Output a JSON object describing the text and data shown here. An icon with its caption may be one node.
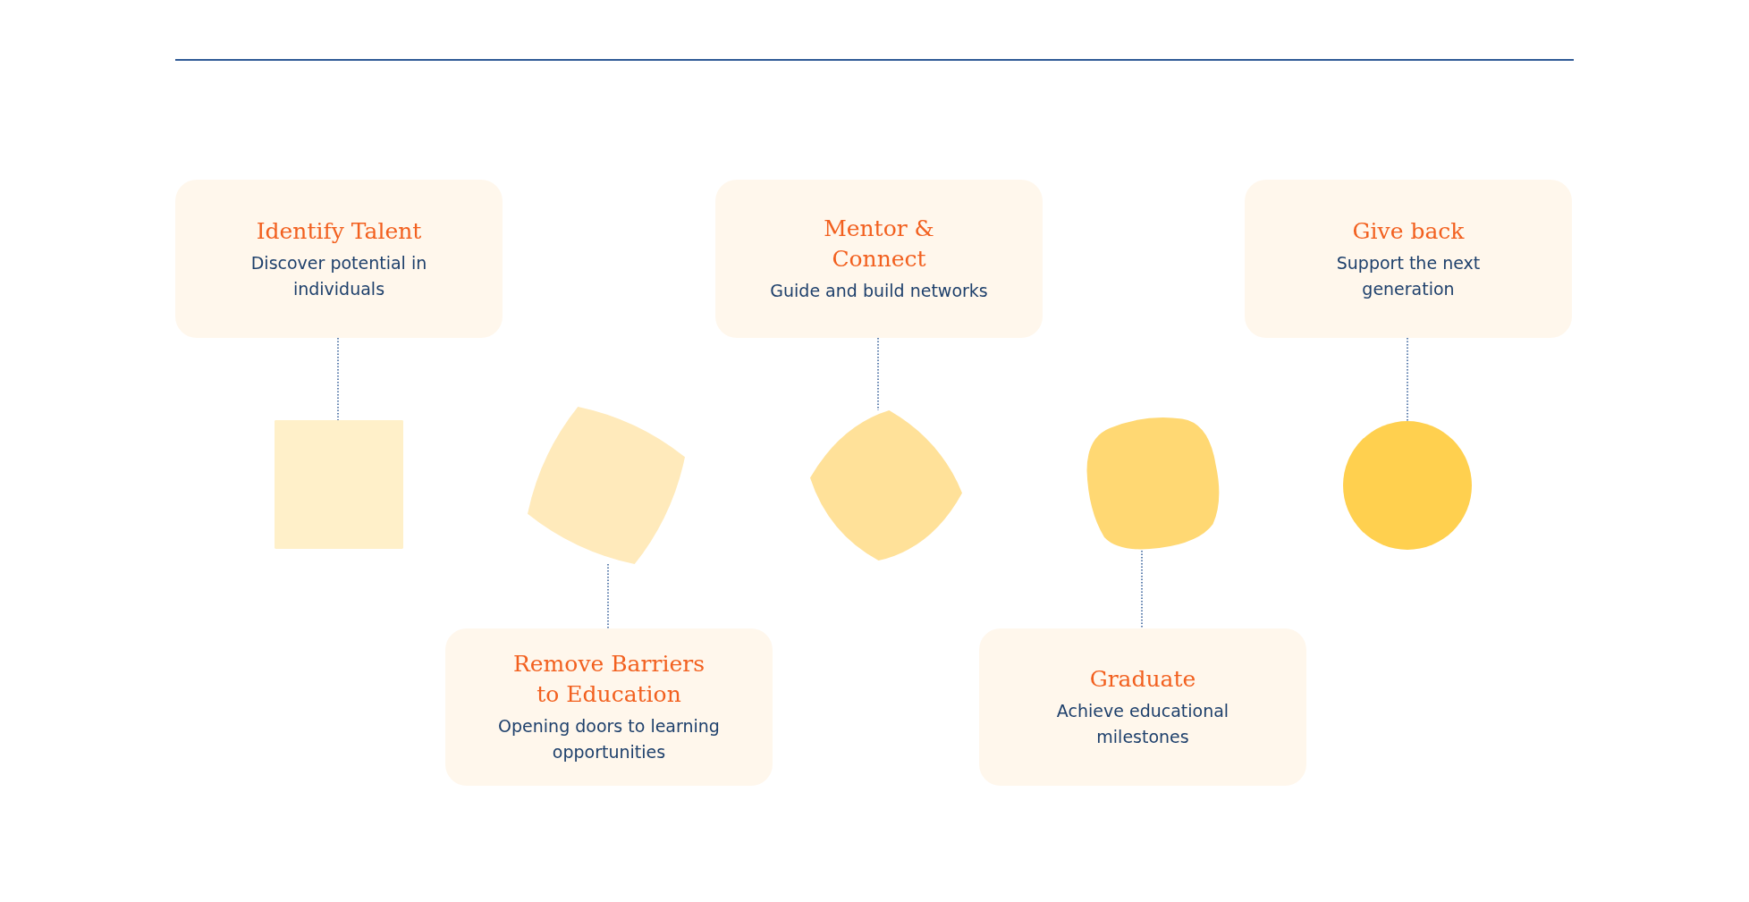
{
  "diagram": {
    "nodes": [
      {
        "text": [
          "Identify Talent",
          "Discover potential in individuals"
        ]
      },
      {
        "text": [
          "Remove Barriers to Education",
          "Opening doors to learning opportunities"
        ]
      },
      {
        "text": [
          "Mentor & Connect",
          "Guide and build networks"
        ]
      },
      {
        "text": [
          "Graduate",
          "Achieve educational milestones"
        ]
      },
      {
        "text": [
          "Give back",
          "Support the next generation"
        ]
      },
      {
        "text": [],
        "shape": "box"
      },
      {
        "text": [],
        "shape": "box"
      },
      {
        "text": [],
        "shape": "box"
      },
      {
        "text": [],
        "shape": "box"
      },
      {
        "text": [],
        "shape": "circle"
      }
    ],
    "edges": [
      {
        "from": 0,
        "to": 5,
        "arrow": "none",
        "style": "dashed"
      },
      {
        "from": 6,
        "to": 1,
        "arrow": "none",
        "style": "dashed"
      },
      {
        "from": 2,
        "to": 7,
        "arrow": "none",
        "style": "dashed"
      },
      {
        "from": 8,
        "to": 3,
        "arrow": "none",
        "style": "dashed"
      },
      {
        "from": 4,
        "to": 9,
        "arrow": "none",
        "style": "dashed"
      }
    ]
  }
}
